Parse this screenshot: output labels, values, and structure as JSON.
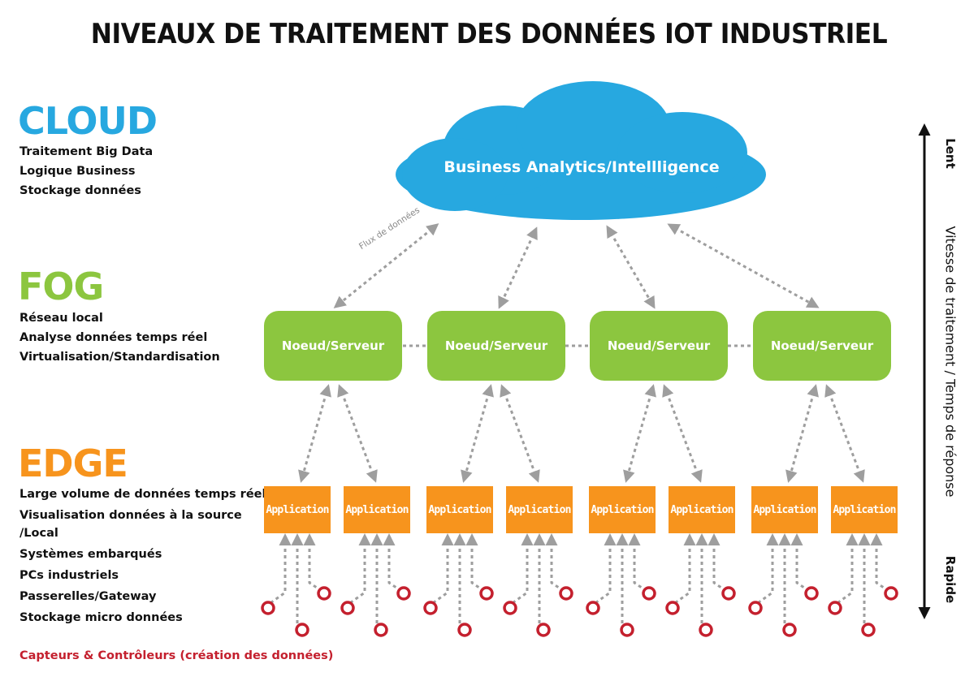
{
  "title": "NIVEAUX DE TRAITEMENT DES DONNÉES IOT INDUSTRIEL",
  "colors": {
    "cloud": "#27a8e0",
    "fog": "#8cc63f",
    "edge": "#f7941d",
    "sensor": "#c4202e",
    "connector": "#9e9e9e"
  },
  "layers": {
    "cloud": {
      "title": "CLOUD",
      "items": [
        "Traitement Big Data",
        "Logique Business",
        "Stockage données"
      ]
    },
    "fog": {
      "title": "FOG",
      "items": [
        "Réseau local",
        "Analyse données temps réel",
        "Virtualisation/Standardisation"
      ]
    },
    "edge": {
      "title": "EDGE",
      "items": [
        "Large volume de données temps réel",
        "Visualisation données à la source",
        "/Local",
        "Systèmes embarqués",
        "PCs industriels",
        "Passerelles/Gateway",
        "Stockage micro données"
      ]
    }
  },
  "sensors_label": "Capteurs & Contrôleurs (création des données)",
  "cloud_label": "Business Analytics/Intellligence",
  "flux_label": "Flux de données",
  "nodes": [
    "Noeud/Serveur",
    "Noeud/Serveur",
    "Noeud/Serveur",
    "Noeud/Serveur"
  ],
  "apps": [
    "Application",
    "Application",
    "Application",
    "Application",
    "Application",
    "Application",
    "Application",
    "Application"
  ],
  "axis": {
    "slow": "Lent",
    "label": "Vitesse de traitement / Temps de réponse",
    "fast": "Rapide"
  }
}
